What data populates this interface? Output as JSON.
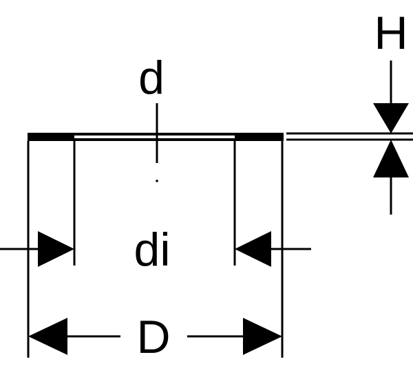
{
  "labels": {
    "height": "H",
    "center_diameter": "d",
    "inner_diameter": "di",
    "outer_diameter": "D"
  },
  "colors": {
    "ink": "#000000",
    "paper": "#ffffff"
  }
}
